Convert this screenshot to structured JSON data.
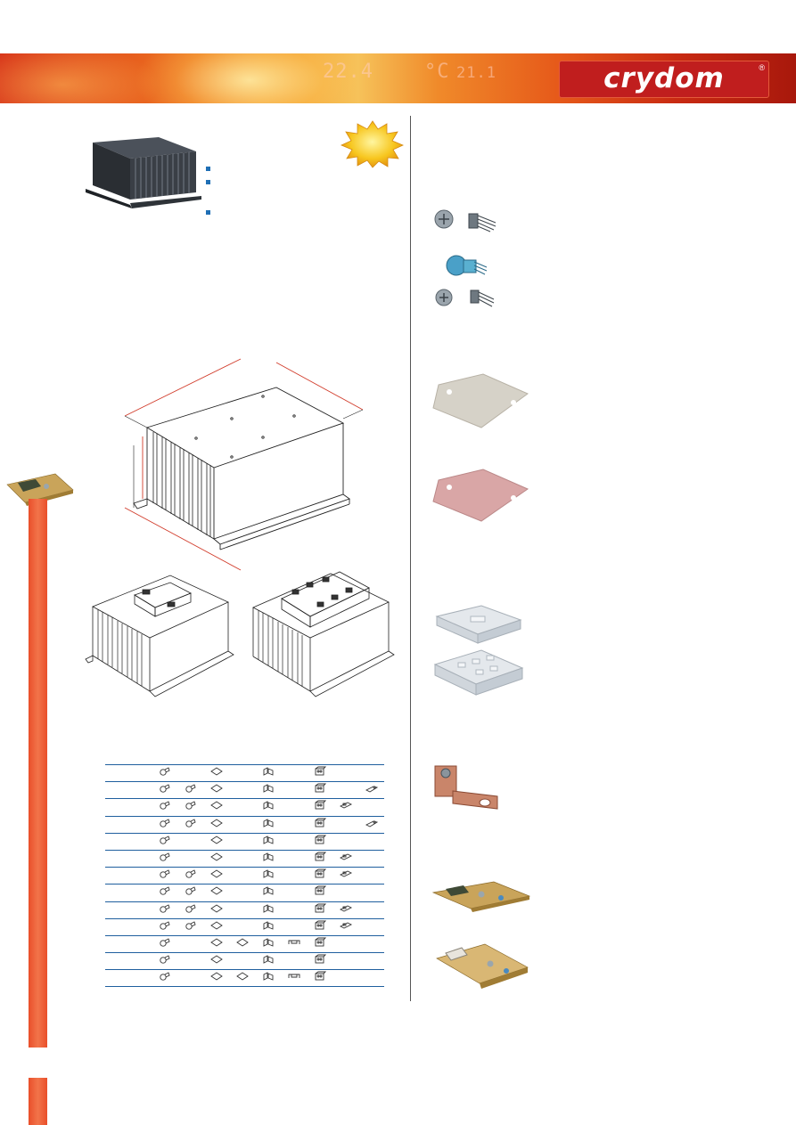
{
  "header": {
    "brand": "crydom",
    "registered_mark": "®",
    "display_left": "22.4",
    "display_right_unit": "°C",
    "display_right_value": "21.1"
  },
  "accessory_icon_rows": [
    [
      "screw",
      "",
      "plate",
      "",
      "clamp",
      "",
      "cover",
      "",
      ""
    ],
    [
      "screw",
      "screw",
      "plate",
      "",
      "clamp",
      "",
      "cover",
      "",
      "lug"
    ],
    [
      "screw",
      "screw",
      "plate",
      "",
      "clamp",
      "",
      "cover",
      "din",
      ""
    ],
    [
      "screw",
      "screw",
      "plate",
      "",
      "clamp",
      "",
      "cover",
      "",
      "lug"
    ],
    [
      "screw",
      "",
      "plate",
      "",
      "clamp",
      "",
      "cover",
      "",
      ""
    ],
    [
      "screw",
      "",
      "plate",
      "",
      "clamp",
      "",
      "cover",
      "din",
      ""
    ],
    [
      "screw",
      "screw",
      "plate",
      "",
      "clamp",
      "",
      "cover",
      "din",
      ""
    ],
    [
      "screw",
      "screw",
      "plate",
      "",
      "clamp",
      "",
      "cover",
      "",
      ""
    ],
    [
      "screw",
      "screw",
      "plate",
      "",
      "clamp",
      "",
      "cover",
      "din",
      ""
    ],
    [
      "screw",
      "screw",
      "plate",
      "",
      "clamp",
      "",
      "cover",
      "din",
      ""
    ],
    [
      "screw",
      "",
      "plate",
      "plate",
      "clamp",
      "rail",
      "cover",
      "",
      ""
    ],
    [
      "screw",
      "",
      "plate",
      "",
      "clamp",
      "",
      "cover",
      "",
      ""
    ],
    [
      "screw",
      "",
      "plate",
      "plate",
      "clamp",
      "rail",
      "cover",
      "",
      ""
    ]
  ],
  "icons": {
    "bullet": "square-bullet-icon",
    "new_badge": "starburst-icon"
  },
  "colors": {
    "accent_red": "#c01e1e",
    "bar_orange": "#ee5f35",
    "table_blue": "#1f5f9e"
  }
}
